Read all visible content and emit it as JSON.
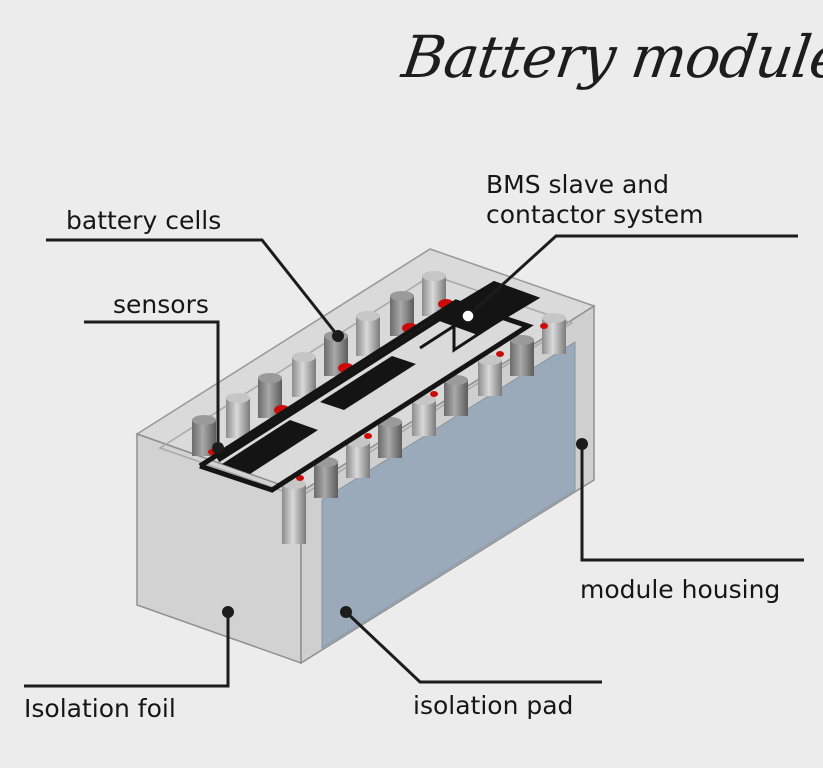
{
  "title": "Battery module",
  "labels": {
    "bms_line1": "BMS slave and",
    "bms_line2": "contactor system",
    "battery_cells": "battery cells",
    "sensors": "sensors",
    "module_housing": "module housing",
    "isolation_foil": "Isolation foil",
    "isolation_pad": "isolation pad"
  },
  "colors": {
    "background": "#ececec",
    "housing": "#d2d2d2",
    "isolation_pad": "#9aaabb",
    "cell": "#a7a7a7",
    "terminal": "#cc0b0b",
    "bus": "#141414",
    "leader": "#1c1c1c"
  }
}
